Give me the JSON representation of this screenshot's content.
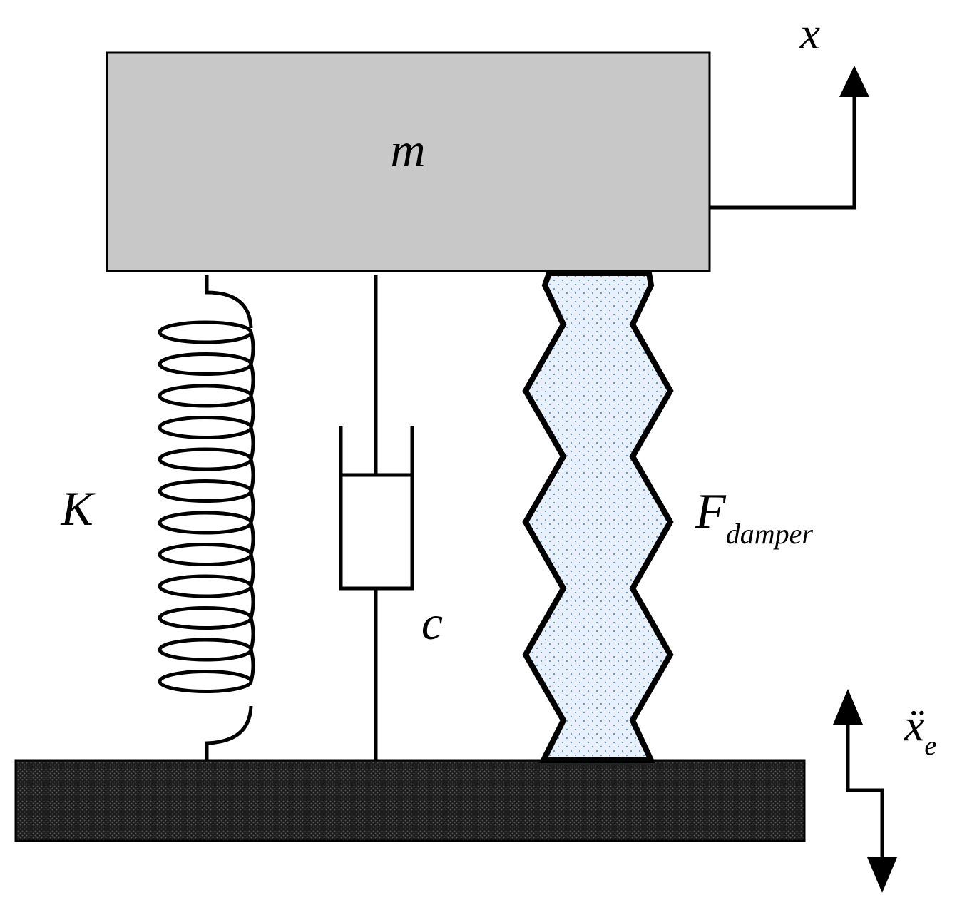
{
  "labels": {
    "mass": "m",
    "displacement": "x",
    "stiffness": "K",
    "damping": "c",
    "damper_force_main": "F",
    "damper_force_sub": "damper",
    "excitation_main": "ẍ",
    "excitation_sub": "e"
  },
  "colors": {
    "mass_fill": "#c8c8c8",
    "stroke": "#000000",
    "damper_fill": "#e8f1f9",
    "damper_dots": "#5b8fd0",
    "ground_fill": "#1e1e1e"
  }
}
